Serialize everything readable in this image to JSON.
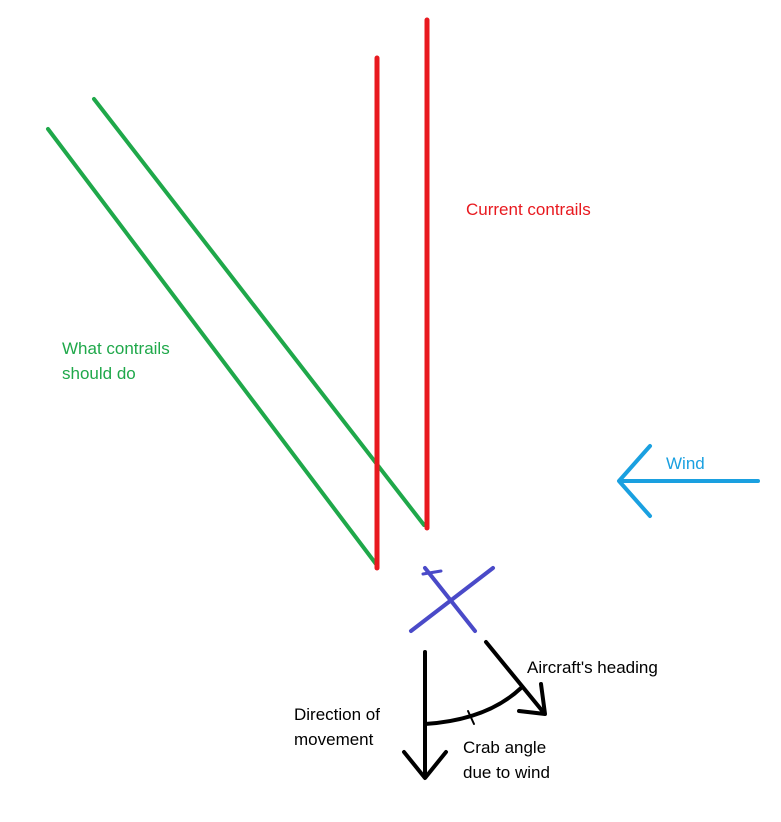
{
  "colors": {
    "current_contrails": "#e8191f",
    "should_contrails": "#1fa84a",
    "wind": "#1aa0e0",
    "aircraft": "#4a4ac8",
    "vectors": "#000000"
  },
  "labels": {
    "current_contrails": "Current contrails",
    "should_contrails_line1": "What contrails",
    "should_contrails_line2": "should do",
    "wind": "Wind",
    "heading": "Aircraft's heading",
    "movement_line1": "Direction of",
    "movement_line2": "movement",
    "crab_line1": "Crab angle",
    "crab_line2": "due to wind"
  }
}
